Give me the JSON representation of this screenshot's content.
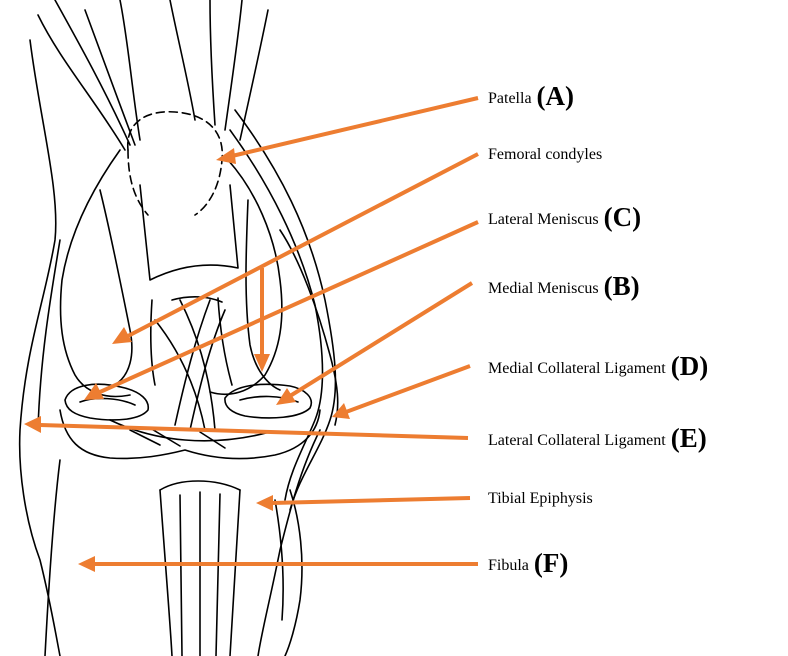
{
  "diagram": {
    "arrow_color": "#ED7D31",
    "line_color": "#000000",
    "labels": [
      {
        "name": "Patella",
        "tag": "(A)"
      },
      {
        "name": "Femoral condyles",
        "tag": ""
      },
      {
        "name": "Lateral Meniscus",
        "tag": "(C)"
      },
      {
        "name": "Medial Meniscus",
        "tag": "(B)"
      },
      {
        "name": "Medial Collateral Ligament",
        "tag": "(D)"
      },
      {
        "name": "Lateral Collateral Ligament",
        "tag": "(E)"
      },
      {
        "name": "Tibial Epiphysis",
        "tag": ""
      },
      {
        "name": "Fibula",
        "tag": "(F)"
      }
    ]
  }
}
